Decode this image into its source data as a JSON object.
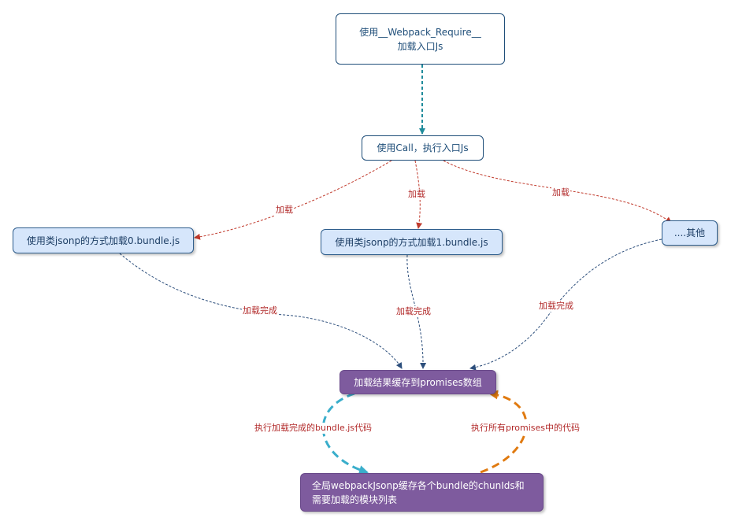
{
  "nodes": {
    "require": {
      "line1": "使用__Webpack_Require__",
      "line2": "加载入口Js"
    },
    "call": {
      "label": "使用Call，执行入口Js"
    },
    "bundle0": {
      "label": "使用类jsonp的方式加载0.bundle.js"
    },
    "bundle1": {
      "label": "使用类jsonp的方式加载1.bundle.js"
    },
    "other": {
      "label": "....其他"
    },
    "cache": {
      "label": "加载结果缓存到promises数组"
    },
    "global": {
      "line1": "全局webpackJsonp缓存各个bundle的chunIds和",
      "line2": "需要加载的模块列表"
    }
  },
  "edge_labels": {
    "load_left": "加载",
    "load_mid": "加载",
    "load_right": "加载",
    "done_left": "加载完成",
    "done_mid": "加载完成",
    "done_right": "加载完成",
    "exec_bundle": "执行加载完成的bundle.js代码",
    "exec_promises": "执行所有promises中的代码"
  },
  "colors": {
    "teal": "#1f8b9b",
    "red": "#c0392b",
    "navy": "#2d4f7c",
    "cyan": "#3aaecb",
    "orange": "#e07a10",
    "purple": "#7e5b9e"
  }
}
